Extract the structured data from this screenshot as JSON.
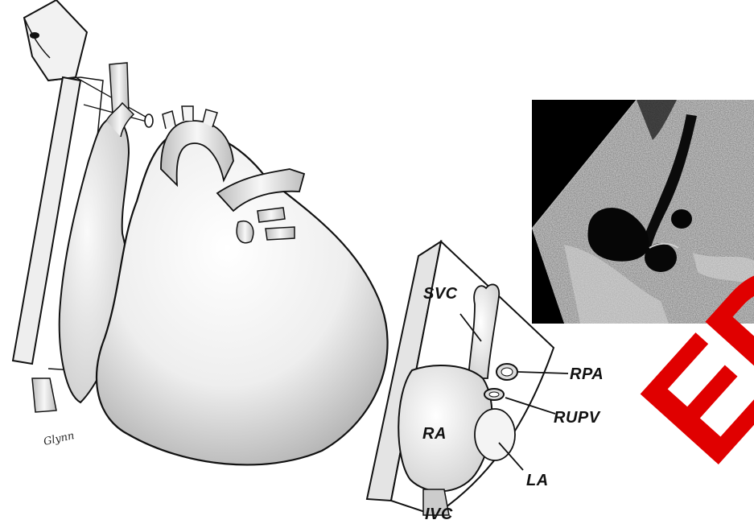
{
  "labels": {
    "svc": "SVC",
    "rpa": "RPA",
    "rupv": "RUPV",
    "ra": "RA",
    "la": "LA",
    "ivc": "IVC"
  },
  "signature": "Glynn",
  "stamp": "EDE",
  "colors": {
    "stamp": "#e00000",
    "line": "#111111",
    "echo_bg": "#000000"
  }
}
